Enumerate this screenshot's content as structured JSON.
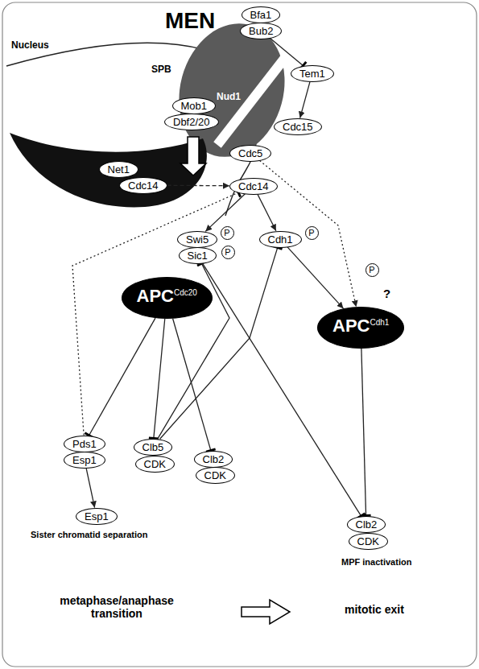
{
  "diagram": {
    "title": "MEN",
    "nodes": [
      {
        "text": [
          "Bfa1"
        ]
      },
      {
        "text": [
          "Bub2"
        ]
      },
      {
        "text": [
          "Tem1"
        ]
      },
      {
        "text": [
          "Cdc15"
        ]
      },
      {
        "text": [
          "Mob1"
        ]
      },
      {
        "text": [
          "Dbf2/20"
        ]
      },
      {
        "text": [
          "Cdc5"
        ]
      },
      {
        "text": [
          "Net1"
        ]
      },
      {
        "text": [
          "Cdc14"
        ]
      },
      {
        "text": [
          "Cdc14"
        ]
      },
      {
        "text": [
          "Swi5"
        ]
      },
      {
        "text": [
          "P"
        ]
      },
      {
        "text": [
          "Sic1"
        ]
      },
      {
        "text": [
          "P"
        ]
      },
      {
        "text": [
          "Cdh1"
        ]
      },
      {
        "text": [
          "P"
        ]
      },
      {
        "text": [
          "P"
        ]
      },
      {
        "text": [
          "APC",
          "Cdc20"
        ]
      },
      {
        "text": [
          "APC",
          "Cdh1"
        ]
      },
      {
        "text": [
          "Pds1"
        ]
      },
      {
        "text": [
          "Esp1"
        ]
      },
      {
        "text": [
          "Clb5"
        ]
      },
      {
        "text": [
          "CDK"
        ]
      },
      {
        "text": [
          "Clb2"
        ]
      },
      {
        "text": [
          "CDK"
        ]
      },
      {
        "text": [
          "Esp1"
        ]
      },
      {
        "text": [
          "Clb2"
        ]
      },
      {
        "text": [
          "CDK"
        ]
      }
    ],
    "edges": [
      {
        "from": 1,
        "to": 2,
        "arrow": "to"
      },
      {
        "from": 2,
        "to": 3,
        "arrow": "to"
      },
      {
        "from": 8,
        "to": 9,
        "arrow": "to"
      },
      {
        "from": 9,
        "to": 10,
        "arrow": "to"
      },
      {
        "from": 9,
        "to": 14,
        "arrow": "to"
      },
      {
        "from": 14,
        "to": 18,
        "arrow": "to"
      },
      {
        "from": 6,
        "to": 18,
        "arrow": "to"
      },
      {
        "from": 17,
        "to": 19,
        "arrow": "to"
      },
      {
        "from": 17,
        "to": 21,
        "arrow": "to"
      },
      {
        "from": 17,
        "to": 23,
        "arrow": "to"
      },
      {
        "from": 21,
        "to": 12,
        "arrow": "to"
      },
      {
        "from": 21,
        "to": 14,
        "arrow": "to"
      },
      {
        "from": 12,
        "to": 26,
        "arrow": "to"
      },
      {
        "from": 18,
        "to": 26,
        "arrow": "to"
      },
      {
        "from": 19,
        "to": 9,
        "arrow": "to"
      },
      {
        "from": 20,
        "to": 25,
        "arrow": "to"
      }
    ],
    "labels": [
      "Nucleus",
      "SPB",
      "Nud1",
      "?",
      "Sister chromatid separation",
      "MPF inactivation",
      "metaphase/anaphase transition",
      "mitotic exit"
    ]
  }
}
